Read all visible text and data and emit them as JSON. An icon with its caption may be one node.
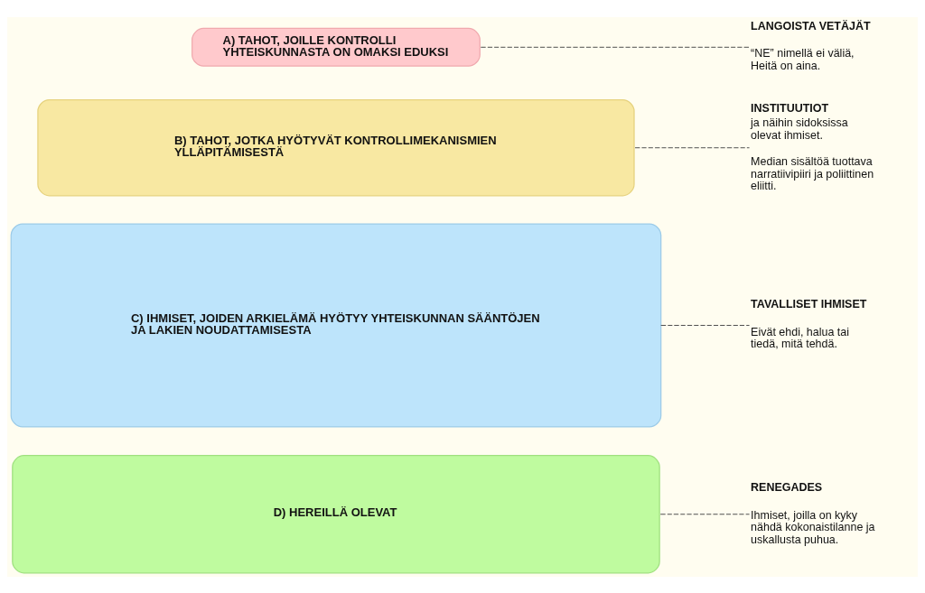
{
  "diagram": {
    "nodes": [
      {
        "text": [
          "A) TAHOT, JOILLE KONTROLLI YHTEISKUNNASTA ON OMAKSI EDUKSI"
        ]
      },
      {
        "text": [
          "LANGOISTA VETÄJÄT",
          "“NE” nimellä ei väliä, Heitä on aina."
        ]
      },
      {
        "text": [
          "B) TAHOT, JOTKA HYÖTYVÄT KONTROLLIMEKANISMIEN YLLÄPITÄMISESTÄ"
        ]
      },
      {
        "text": [
          "INSTITUUTIOT",
          "ja näihin sidoksissa olevat ihmiset.",
          "Median sisältöä tuottava narratiivipiiri ja poliittinen eliitti."
        ]
      },
      {
        "text": [
          "C) IHMISET, JOIDEN ARKIELÄMÄ HYÖTYY YHTEISKUNNAN SÄÄNTÖJEN JA LAKIEN NOUDATTAMISESTA"
        ]
      },
      {
        "text": [
          "TAVALLISET IHMISET",
          "Eivät ehdi, halua tai tiedä, mitä tehdä."
        ]
      },
      {
        "text": [
          "D) HEREILLÄ OLEVAT"
        ]
      },
      {
        "text": [
          "RENEGADES",
          "Ihmiset, joilla on kyky nähdä kokonaistilanne ja uskallusta puhua."
        ]
      }
    ],
    "edges": [
      {
        "from": 0,
        "to": 1,
        "arrow": "none",
        "style": "dashed"
      },
      {
        "from": 2,
        "to": 3,
        "arrow": "none",
        "style": "dashed"
      },
      {
        "from": 4,
        "to": 5,
        "arrow": "none",
        "style": "dashed"
      },
      {
        "from": 6,
        "to": 7,
        "arrow": "none",
        "style": "dashed"
      }
    ]
  }
}
